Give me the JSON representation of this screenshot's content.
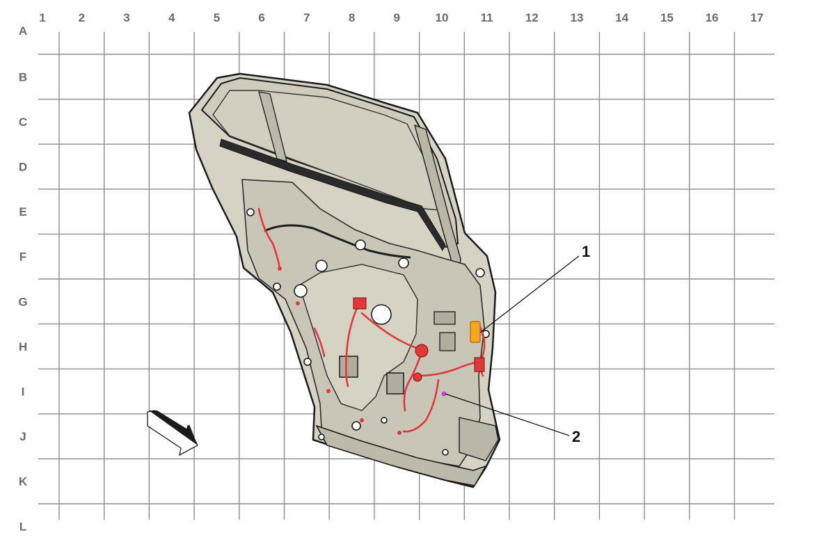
{
  "grid": {
    "columns": [
      "1",
      "2",
      "3",
      "4",
      "5",
      "6",
      "7",
      "8",
      "9",
      "10",
      "11",
      "12",
      "13",
      "14",
      "15",
      "16",
      "17"
    ],
    "rows": [
      "A",
      "B",
      "C",
      "D",
      "E",
      "F",
      "G",
      "H",
      "I",
      "J",
      "K",
      "L"
    ]
  },
  "callouts": [
    {
      "label": "1"
    },
    {
      "label": "2"
    }
  ],
  "colors": {
    "grid": "#8c8c8c",
    "labels": "#6b6b6b",
    "door_fill": "#d6d2c4",
    "outline": "#1a1a1a",
    "harness": "#e0393a",
    "connector_highlight": "#f5a623",
    "connector_point": "#d63bd6"
  },
  "icons": {
    "view_direction": "direction-arrow-icon"
  }
}
